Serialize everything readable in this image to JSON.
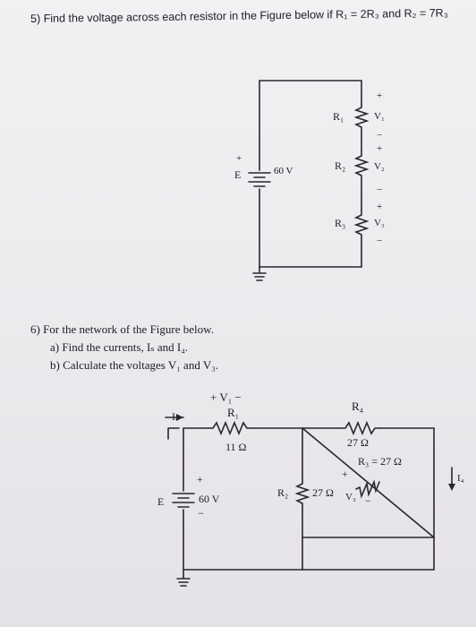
{
  "problem5": {
    "text": "5) Find the voltage across each resistor in the Figure below if R₁ = 2R₃ and R₂ = 7R₃",
    "circuit": {
      "source_label": "E",
      "source_voltage": "60 V",
      "plus": "+",
      "minus": "−",
      "r1": "R₁",
      "r2": "R₂",
      "r3": "R₃",
      "v1": "V₁",
      "v2": "V₂",
      "v3": "V₃"
    }
  },
  "problem6": {
    "title": "6) For the network of the Figure below.",
    "part_a": "a)  Find the currents, Iₛ and I₄.",
    "part_b": "b)  Calculate the voltages V₁ and V₃.",
    "circuit": {
      "source_label": "E",
      "source_voltage": "60 V",
      "plus": "+",
      "minus": "−",
      "is_label": "Iₛ",
      "v1_label": "+ V₁ −",
      "r1": "R₁",
      "r1_value": "11 Ω",
      "r4": "R₄",
      "r4_value": "27 Ω",
      "r3": "R₃ = 27 Ω",
      "r2": "R₂",
      "r2_value": "27 Ω",
      "v3": "V₃",
      "i4_label": "I₄"
    }
  }
}
